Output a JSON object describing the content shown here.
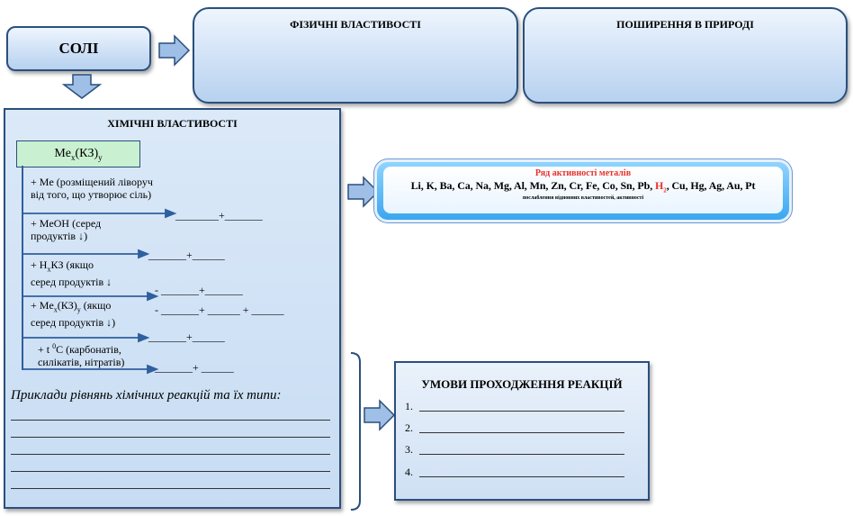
{
  "salts_label": "СОЛІ",
  "physical_title": "ФІЗИЧНІ ВЛАСТИВОСТІ",
  "nature_title": "ПОШИРЕННЯ В ПРИРОДІ",
  "chem_title": "ХІМІЧНІ ВЛАСТИВОСТІ",
  "formula": {
    "me": "Me",
    "x": "x",
    "ks": "(КЗ)",
    "y": "y"
  },
  "reactions": {
    "r1_line1": "+ Me (розміщений ліворуч",
    "r1_line2": "від того, що утворює сіль)",
    "r1_blank": "________+_______",
    "r2_line1": "+ MeOH (серед",
    "r2_line2": "продуктів ↓)",
    "r2_blank": "_______+______",
    "r3_pre": "+ H",
    "r3_x": "x",
    "r3_post": "КЗ (якщо",
    "r3_line2": "серед продуктів ↓",
    "r3_blank": "- _______+_______",
    "r4_pre": "+ Me",
    "r4_x": "x",
    "r4_mid": "(КЗ)",
    "r4_y": "y",
    "r4_post": " (якщо",
    "r4_line2": "серед продуктів ↓)",
    "r4_blank": "- _______+ ______ + ______",
    "r5_pre": "+ t ",
    "r5_sup": "0",
    "r5_post": "C (карбонатів,",
    "r5_line2": "силікатів, нітратів)",
    "r5_blank1": "_______+______",
    "r5_blank2": "_______+ ______"
  },
  "examples_label": "Приклади рівнянь хімічних реакцій та їх типи:",
  "activity": {
    "title": "Ряд активності металів",
    "series_pre": "Li, K, Ba, Ca, Na, Mg, Al, Mn, Zn, Cr, Fe, Co, Sn, Pb, ",
    "h2": "H",
    "h2_sub": "2",
    "series_post": ", Cu, Hg, Ag, Au, Pt",
    "caption": "послаблення відновних властивостей, активності"
  },
  "conditions": {
    "title": "УМОВИ ПРОХОДЖЕННЯ РЕАКЦІЙ",
    "items": [
      "1. ",
      "2. ",
      "3. ",
      "4. "
    ]
  },
  "colors": {
    "box_border": "#2a4f7d",
    "arrow_fill": "#9fbfe6",
    "line_blue": "#2f5f9e",
    "h2_red": "#e8302a",
    "activity_title": "#e8302a"
  }
}
